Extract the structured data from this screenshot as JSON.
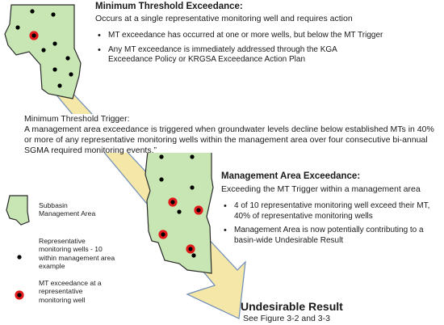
{
  "colors": {
    "area_fill": "#c7e6b4",
    "area_stroke": "#2a2a2a",
    "arrow_fill": "#f4e7a8",
    "arrow_stroke": "#6c8bb8",
    "mt_ring": "#e31a1c",
    "well_dot": "#000000"
  },
  "icons": {
    "well": "black-dot",
    "mt_well": "red-ring-dot",
    "area": "green-polygon"
  },
  "min_threshold": {
    "title": "Minimum Threshold Exceedance:",
    "description": "Occurs at a single representative monitoring well and requires action",
    "bullets": [
      "MT exceedance has occurred at one or more wells, but below the MT Trigger",
      "Any MT exceedance is immediately addressed through the KGA Exceedance Policy or KRGSA Exceedance Action Plan"
    ]
  },
  "trigger": {
    "title": "Minimum Threshold Trigger:",
    "text": "A management area exceedance is triggered when groundwater levels decline below established MTs in 40% or more of any representative monitoring wells within the management area over four consecutive bi-annual SGMA required monitoring events.”"
  },
  "management_area": {
    "title": "Management Area Exceedance:",
    "description": "Exceeding the MT Trigger within a management area",
    "bullets": [
      "4 of 10 representative monitoring well exceed their MT, 40% of representative monitoring wells",
      "Management Area is now potentially contributing to a basin-wide Undesirable Result"
    ]
  },
  "legend": {
    "area": "Subbasin Management Area",
    "wells": "Representative monitoring wells - 10 within management area example",
    "mt": "MT exceedance at a representative monitoring well"
  },
  "undesirable": {
    "title": "Undesirable Result",
    "subtitle": "See Figure 3-2 and 3-3"
  }
}
